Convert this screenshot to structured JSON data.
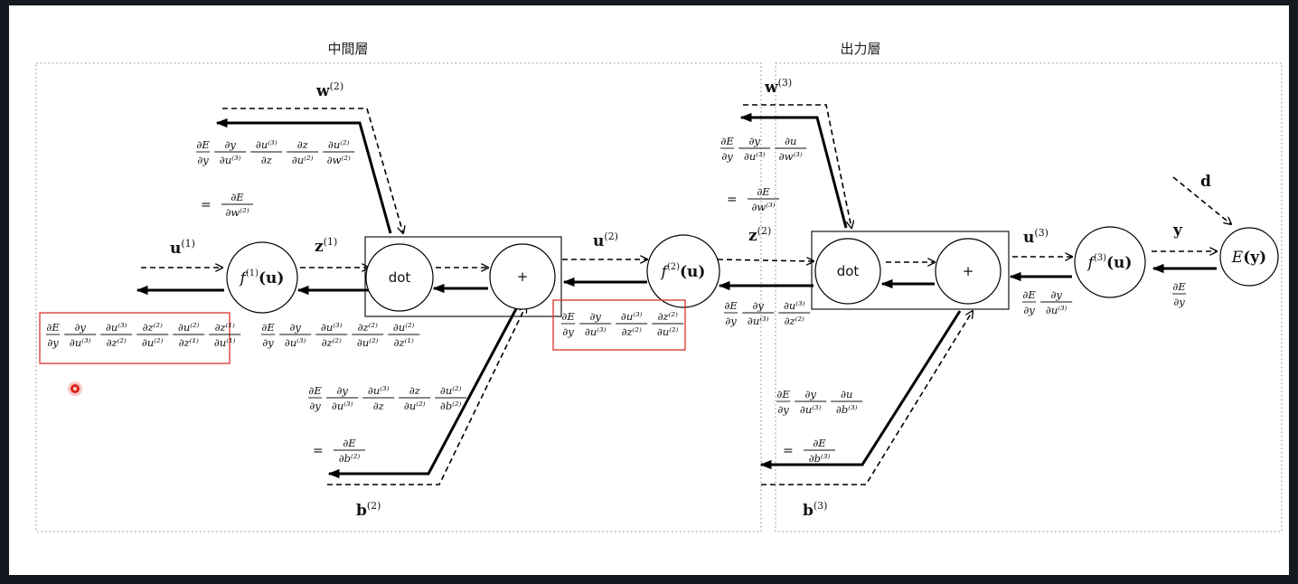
{
  "sections": {
    "hidden_layer_title": "中間層",
    "output_layer_title": "出力層"
  },
  "nodes": {
    "f1": {
      "base": "f",
      "sup": "(1)",
      "arg": "(u)"
    },
    "f2": {
      "base": "f",
      "sup": "(2)",
      "arg": "(u)"
    },
    "f3": {
      "base": "f",
      "sup": "(3)",
      "arg": "(u)"
    },
    "E": {
      "base": "E",
      "arg": "(y)"
    },
    "dot_left": "dot",
    "plus_left": "+",
    "dot_right": "dot",
    "plus_right": "+"
  },
  "variables": {
    "u1": {
      "base": "u",
      "sup": "(1)"
    },
    "z1": {
      "base": "z",
      "sup": "(1)"
    },
    "u2": {
      "base": "u",
      "sup": "(2)"
    },
    "z2": {
      "base": "z",
      "sup": "(2)"
    },
    "u3": {
      "base": "u",
      "sup": "(3)"
    },
    "w2": {
      "base": "w",
      "sup": "(2)"
    },
    "b2": {
      "base": "b",
      "sup": "(2)"
    },
    "w3": {
      "base": "w",
      "sup": "(3)"
    },
    "b3": {
      "base": "b",
      "sup": "(3)"
    },
    "y": "y",
    "d": "d"
  },
  "formulas": {
    "grad_u1": [
      [
        "∂E",
        "∂y"
      ],
      [
        "∂y",
        "∂u⁽³⁾"
      ],
      [
        "∂u⁽³⁾",
        "∂z⁽²⁾"
      ],
      [
        "∂z⁽²⁾",
        "∂u⁽²⁾"
      ],
      [
        "∂u⁽²⁾",
        "∂z⁽¹⁾"
      ],
      [
        "∂z⁽¹⁾",
        "∂u⁽¹⁾"
      ]
    ],
    "grad_z1": [
      [
        "∂E",
        "∂y"
      ],
      [
        "∂y",
        "∂u⁽³⁾"
      ],
      [
        "∂u⁽³⁾",
        "∂z⁽²⁾"
      ],
      [
        "∂z⁽²⁾",
        "∂u⁽²⁾"
      ],
      [
        "∂u⁽²⁾",
        "∂z⁽¹⁾"
      ]
    ],
    "grad_u2": [
      [
        "∂E",
        "∂y"
      ],
      [
        "∂y",
        "∂u⁽³⁾"
      ],
      [
        "∂u⁽³⁾",
        "∂z⁽²⁾"
      ],
      [
        "∂z⁽²⁾",
        "∂u⁽²⁾"
      ]
    ],
    "grad_z2": [
      [
        "∂E",
        "∂y"
      ],
      [
        "∂y",
        "∂u⁽³⁾"
      ],
      [
        "∂u⁽³⁾",
        "∂z⁽²⁾"
      ]
    ],
    "grad_u3": [
      [
        "∂E",
        "∂y"
      ],
      [
        "∂y",
        "∂u⁽³⁾"
      ]
    ],
    "grad_y": [
      [
        "∂E",
        "∂y"
      ]
    ],
    "grad_w2": [
      [
        "∂E",
        "∂y"
      ],
      [
        "∂y",
        "∂u⁽³⁾"
      ],
      [
        "∂u⁽³⁾",
        "∂z"
      ],
      [
        "∂z",
        "∂u⁽²⁾"
      ],
      [
        "∂u⁽²⁾",
        "∂w⁽²⁾"
      ]
    ],
    "grad_w2_eq": [
      [
        "∂E",
        "∂w⁽²⁾"
      ]
    ],
    "grad_b2": [
      [
        "∂E",
        "∂y"
      ],
      [
        "∂y",
        "∂u⁽³⁾"
      ],
      [
        "∂u⁽³⁾",
        "∂z"
      ],
      [
        "∂z",
        "∂u⁽²⁾"
      ],
      [
        "∂u⁽²⁾",
        "∂b⁽²⁾"
      ]
    ],
    "grad_b2_eq": [
      [
        "∂E",
        "∂b⁽²⁾"
      ]
    ],
    "grad_w3": [
      [
        "∂E",
        "∂y"
      ],
      [
        "∂y",
        "∂u⁽³⁾"
      ],
      [
        "∂u",
        "∂w⁽³⁾"
      ]
    ],
    "grad_w3_eq": [
      [
        "∂E",
        "∂w⁽³⁾"
      ]
    ],
    "grad_b3": [
      [
        "∂E",
        "∂y"
      ],
      [
        "∂y",
        "∂u⁽³⁾"
      ],
      [
        "∂u",
        "∂b⁽³⁾"
      ]
    ],
    "grad_b3_eq": [
      [
        "∂E",
        "∂b⁽³⁾"
      ]
    ],
    "equals": "="
  },
  "colors": {
    "highlight": "#d9342b",
    "cursor": "#e0241b",
    "background": "#16181f"
  }
}
